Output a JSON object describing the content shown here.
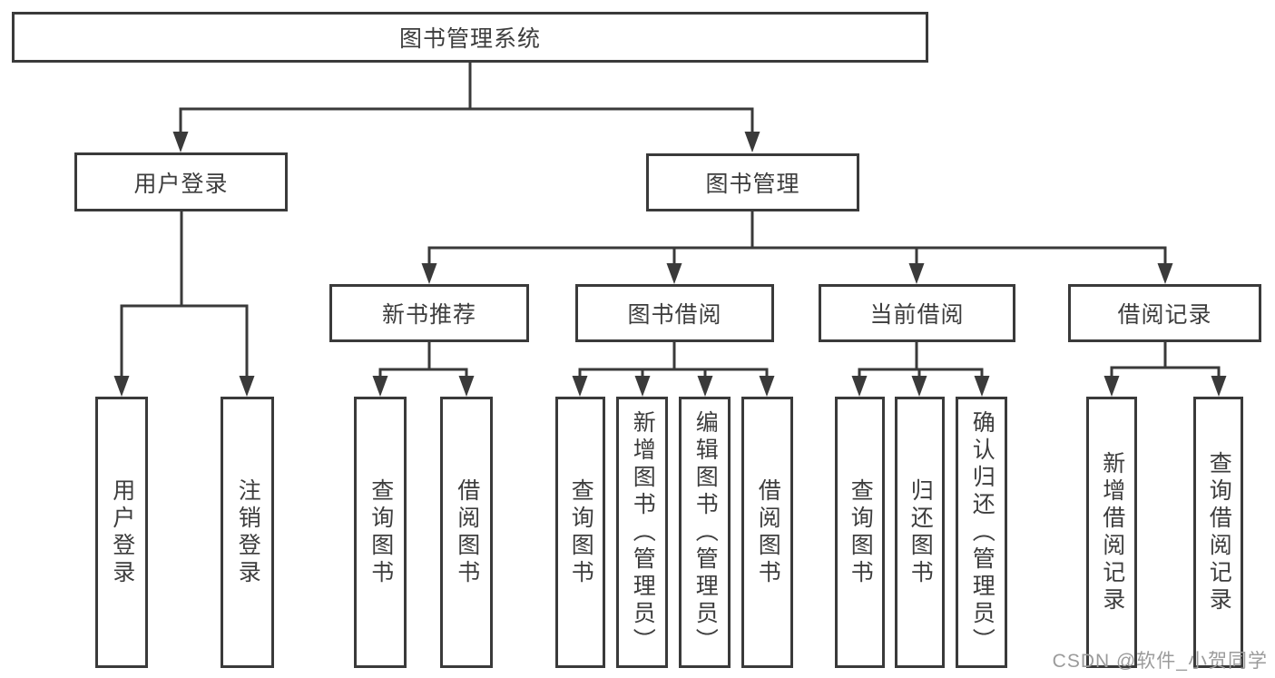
{
  "diagram": {
    "root": {
      "label": "图书管理系统"
    },
    "level2": [
      {
        "label": "用户登录"
      },
      {
        "label": "图书管理"
      }
    ],
    "level3": [
      {
        "label": "新书推荐"
      },
      {
        "label": "图书借阅"
      },
      {
        "label": "当前借阅"
      },
      {
        "label": "借阅记录"
      }
    ],
    "leaves": [
      {
        "label": "用户登录"
      },
      {
        "label": "注销登录"
      },
      {
        "label": "查询图书"
      },
      {
        "label": "借阅图书"
      },
      {
        "label": "查询图书"
      },
      {
        "label": "新增图书（管理员）"
      },
      {
        "label": "编辑图书（管理员）"
      },
      {
        "label": "借阅图书"
      },
      {
        "label": "查询图书"
      },
      {
        "label": "归还图书"
      },
      {
        "label": "确认归还（管理员）"
      },
      {
        "label": "新增借阅记录"
      },
      {
        "label": "查询借阅记录"
      }
    ]
  },
  "watermark": {
    "text": "CSDN @软件_小贺同学"
  },
  "colors": {
    "line": "#3a3a3a",
    "text": "#3d3d3d",
    "watermark": "#9b9b9b",
    "background": "#ffffff"
  }
}
